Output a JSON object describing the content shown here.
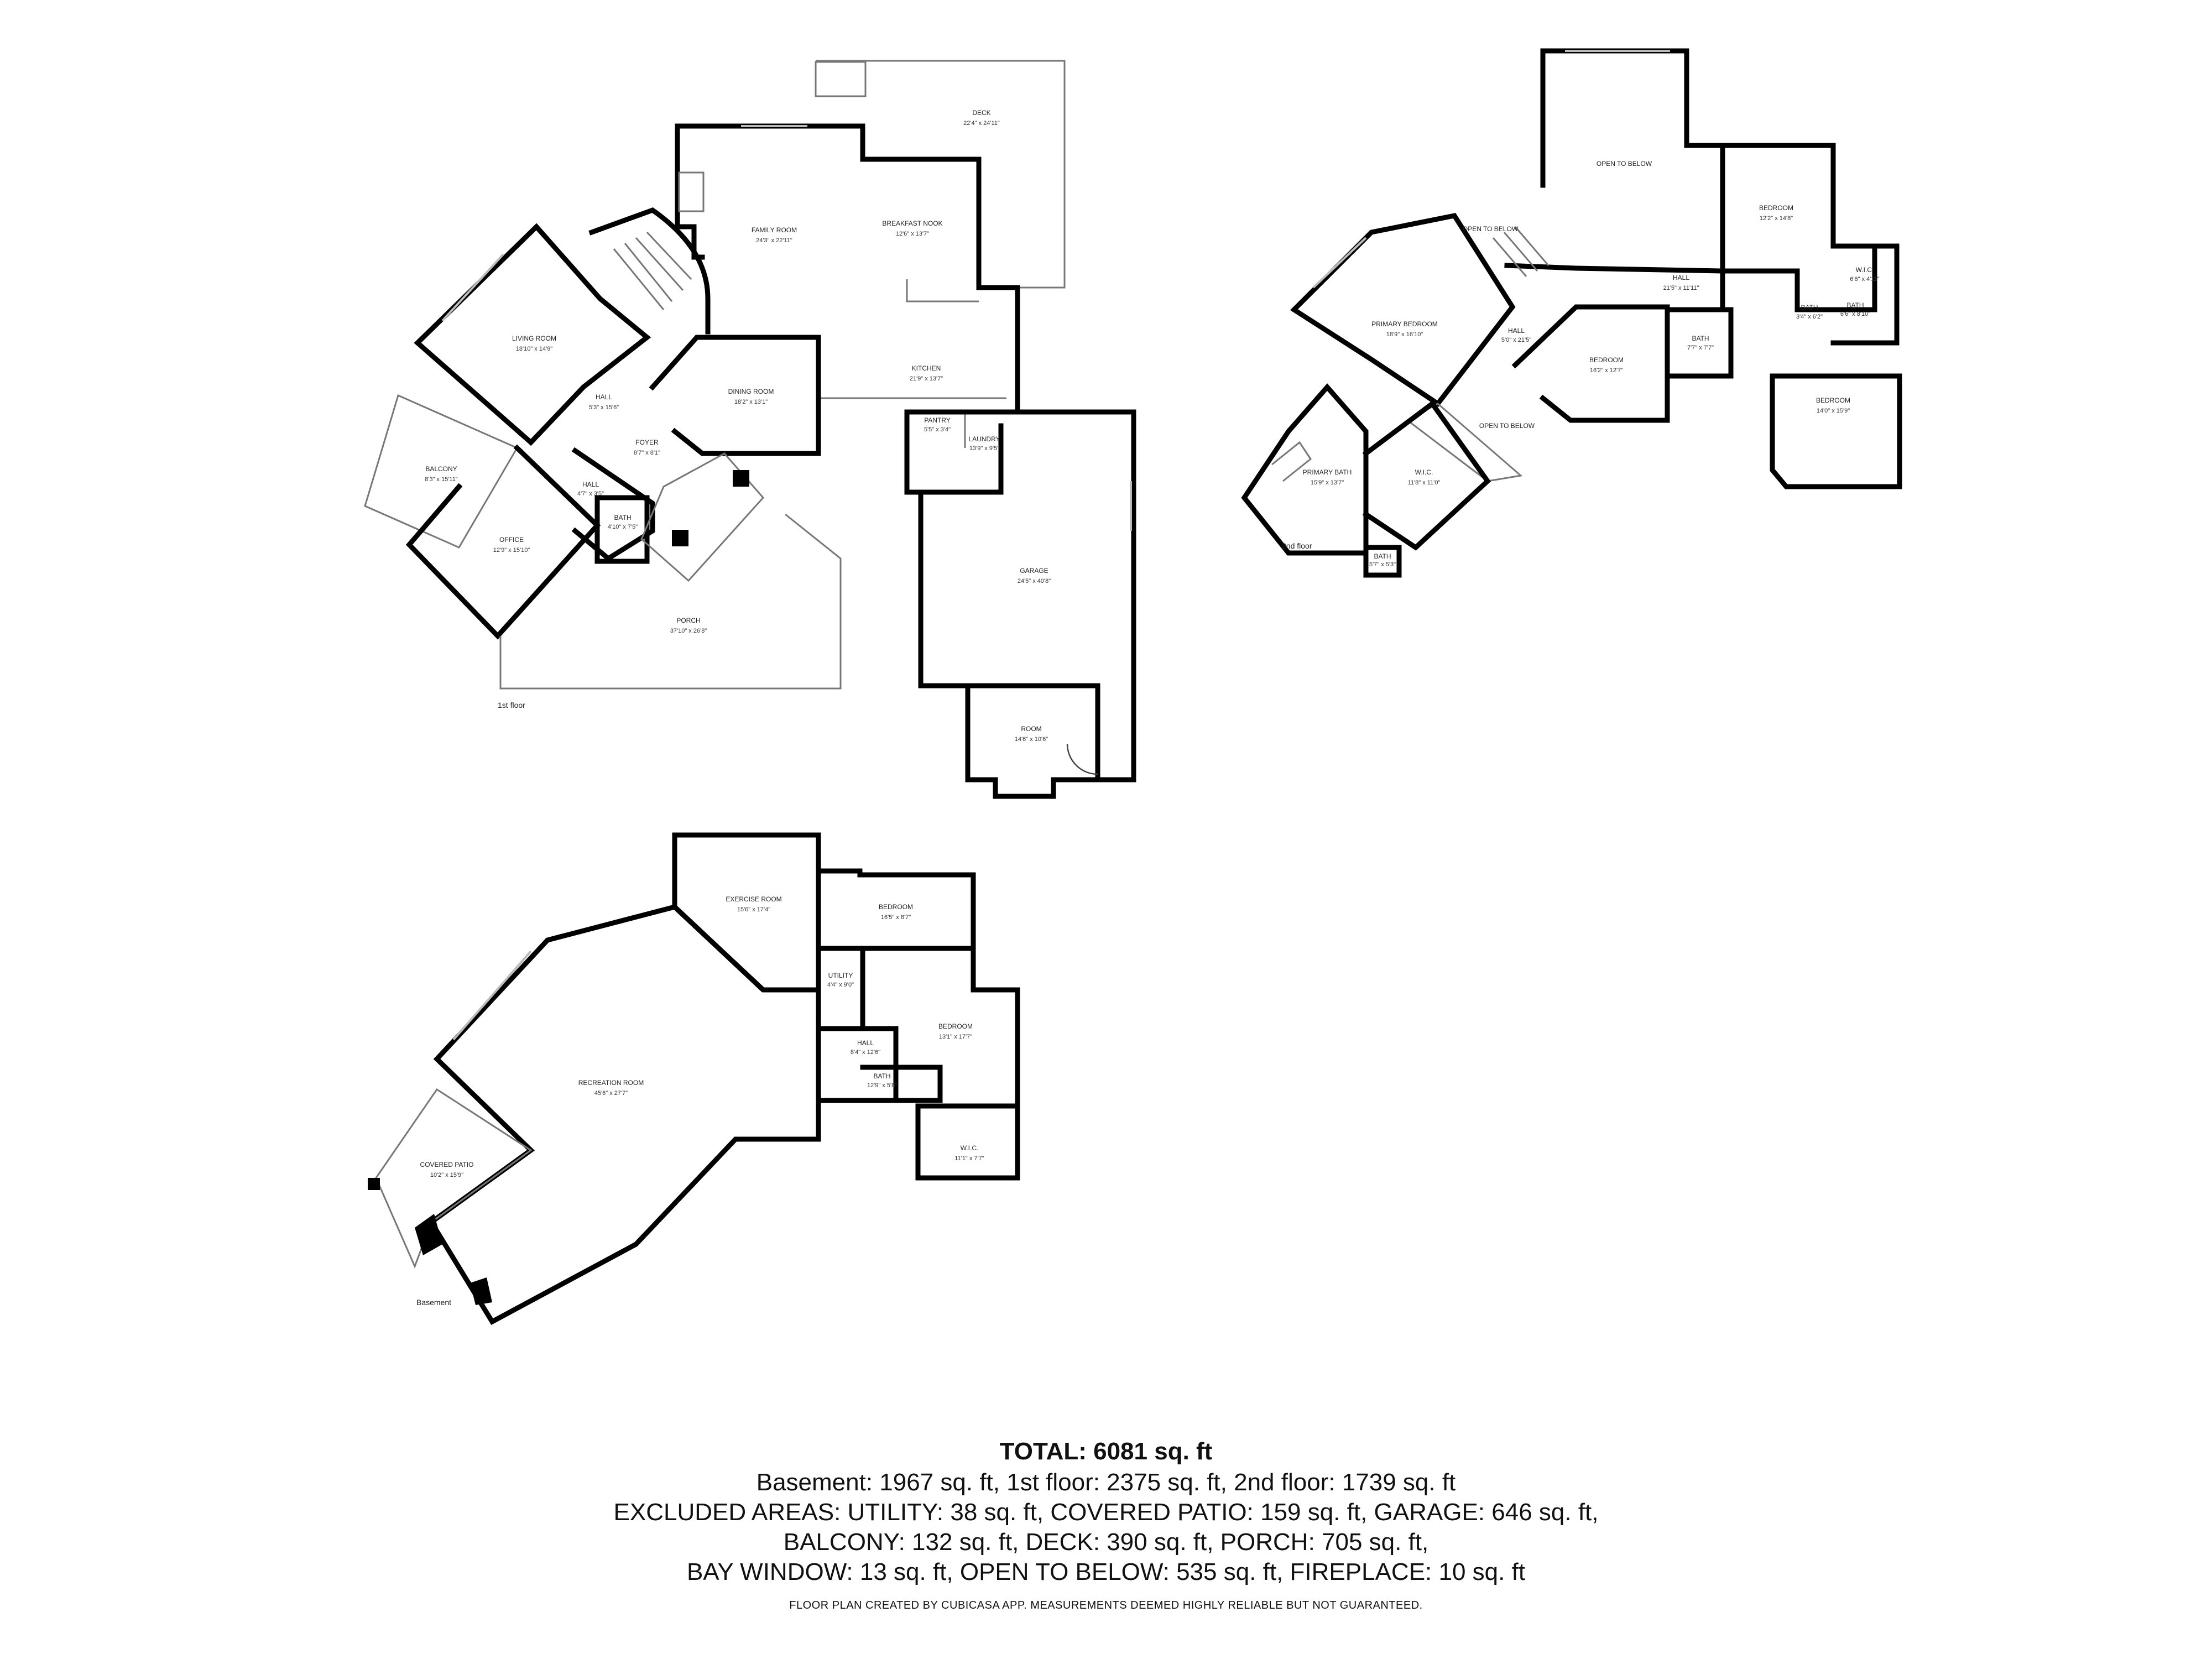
{
  "floors": {
    "first": {
      "label": "1st floor"
    },
    "second": {
      "label": "2nd floor"
    },
    "basement": {
      "label": "Basement"
    }
  },
  "rooms": {
    "deck": {
      "name": "DECK",
      "dims": "22'4\" x 24'11\""
    },
    "family_room": {
      "name": "FAMILY ROOM",
      "dims": "24'3\" x 22'11\""
    },
    "breakfast_nook": {
      "name": "BREAKFAST NOOK",
      "dims": "12'6\" x 13'7\""
    },
    "living_room": {
      "name": "LIVING ROOM",
      "dims": "18'10\" x 14'9\""
    },
    "hall_1": {
      "name": "HALL",
      "dims": "5'3\" x 15'6\""
    },
    "dining_room": {
      "name": "DINING ROOM",
      "dims": "18'2\" x 13'1\""
    },
    "kitchen": {
      "name": "KITCHEN",
      "dims": "21'9\" x 13'7\""
    },
    "pantry": {
      "name": "PANTRY",
      "dims": "5'5\" x 3'4\""
    },
    "laundry": {
      "name": "LAUNDRY",
      "dims": "13'9\" x 9'5\""
    },
    "balcony": {
      "name": "BALCONY",
      "dims": "8'3\" x 15'11\""
    },
    "foyer": {
      "name": "FOYER",
      "dims": "8'7\" x 8'1\""
    },
    "hall_2": {
      "name": "HALL",
      "dims": "4'7\" x 3'5\""
    },
    "bath_1": {
      "name": "BATH",
      "dims": "4'10\" x 7'5\""
    },
    "office": {
      "name": "OFFICE",
      "dims": "12'9\" x 15'10\""
    },
    "garage": {
      "name": "GARAGE",
      "dims": "24'5\" x 40'8\""
    },
    "porch": {
      "name": "PORCH",
      "dims": "37'10\" x 26'8\""
    },
    "room": {
      "name": "ROOM",
      "dims": "14'6\" x 10'6\""
    },
    "open_below_1": {
      "name": "OPEN TO BELOW"
    },
    "open_below_2": {
      "name": "OPEN TO BELOW"
    },
    "open_below_3": {
      "name": "OPEN TO BELOW"
    },
    "bedroom_a": {
      "name": "BEDROOM",
      "dims": "12'2\" x 14'8\""
    },
    "wic_a": {
      "name": "W.I.C.",
      "dims": "6'6\" x 4'11\""
    },
    "bath_a": {
      "name": "BATH",
      "dims": "6'6\" x 8'10\""
    },
    "bath_b": {
      "name": "BATH",
      "dims": "3'4\" x 6'2\""
    },
    "hall_3": {
      "name": "HALL",
      "dims": "21'5\" x 11'11\""
    },
    "primary_bedroom": {
      "name": "PRIMARY BEDROOM",
      "dims": "18'9\" x 16'10\""
    },
    "hall_4": {
      "name": "HALL",
      "dims": "5'0\" x 21'5\""
    },
    "bedroom_b": {
      "name": "BEDROOM",
      "dims": "16'2\" x 12'7\""
    },
    "bath_c": {
      "name": "BATH",
      "dims": "7'7\" x 7'7\""
    },
    "bedroom_c": {
      "name": "BEDROOM",
      "dims": "14'0\" x 15'9\""
    },
    "primary_bath": {
      "name": "PRIMARY BATH",
      "dims": "15'9\" x 13'7\""
    },
    "wic_b": {
      "name": "W.I.C.",
      "dims": "11'8\" x 11'0\""
    },
    "bath_d": {
      "name": "BATH",
      "dims": "5'7\" x 5'3\""
    },
    "exercise_room": {
      "name": "EXERCISE ROOM",
      "dims": "15'6\" x 17'4\""
    },
    "bedroom_d": {
      "name": "BEDROOM",
      "dims": "16'5\" x 8'7\""
    },
    "utility": {
      "name": "UTILITY",
      "dims": "4'4\" x 9'0\""
    },
    "bedroom_e": {
      "name": "BEDROOM",
      "dims": "13'1\" x 17'7\""
    },
    "hall_5": {
      "name": "HALL",
      "dims": "8'4\" x 12'6\""
    },
    "bath_e": {
      "name": "BATH",
      "dims": "12'9\" x 5'8\""
    },
    "recreation_room": {
      "name": "RECREATION ROOM",
      "dims": "45'6\" x 27'7\""
    },
    "wic_c": {
      "name": "W.I.C.",
      "dims": "11'1\" x 7'7\""
    },
    "covered_patio": {
      "name": "COVERED PATIO",
      "dims": "10'2\" x 15'9\""
    }
  },
  "summary": {
    "total": "TOTAL: 6081 sq. ft",
    "floors_line": "Basement: 1967 sq. ft, 1st floor: 2375 sq. ft, 2nd floor: 1739 sq. ft",
    "excluded_1": "EXCLUDED AREAS: UTILITY: 38 sq. ft, COVERED PATIO: 159 sq. ft, GARAGE: 646 sq. ft,",
    "excluded_2": "BALCONY: 132 sq. ft, DECK: 390 sq. ft, PORCH: 705 sq. ft,",
    "excluded_3": "BAY WINDOW: 13 sq. ft, OPEN TO BELOW: 535 sq. ft, FIREPLACE: 10 sq. ft",
    "disclaimer": "FLOOR PLAN CREATED BY CUBICASA APP. MEASUREMENTS DEEMED HIGHLY RELIABLE BUT NOT GUARANTEED."
  }
}
